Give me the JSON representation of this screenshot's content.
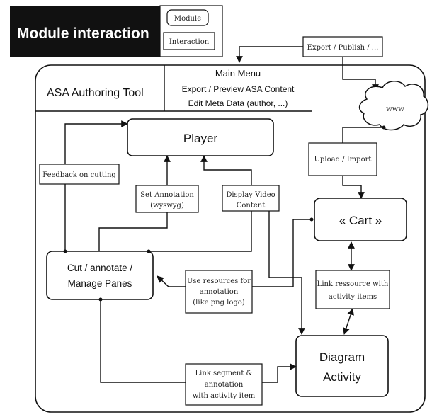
{
  "legend": {
    "title": "Module interaction",
    "module_label": "Module",
    "interaction_label": "Interaction"
  },
  "tool": {
    "title": "ASA Authoring Tool",
    "main_menu": "Main Menu",
    "menu_line1": "Export / Preview ASA Content",
    "menu_line2": "Edit Meta Data (author, ...)"
  },
  "export_publish": "Export / Publish / ...",
  "www": "www",
  "upload_import": "Upload / Import",
  "player": "Player",
  "feedback": "Feedback on cutting",
  "set_annotation_line1": "Set Annotation",
  "set_annotation_line2": "(wyswyg)",
  "display_video_line1": "Display Video",
  "display_video_line2": "Content",
  "cart": "« Cart »",
  "cut_line1": "Cut / annotate /",
  "cut_line2": "Manage Panes",
  "use_resources_line1": "Use resources for",
  "use_resources_line2": "annotation",
  "use_resources_line3": "(like png logo)",
  "link_resource_line1": "Link ressource with",
  "link_resource_line2": "activity items",
  "diagram_line1": "Diagram",
  "diagram_line2": "Activity",
  "link_segment_line1": "Link segment &",
  "link_segment_line2": "annotation",
  "link_segment_line3": "with activity item"
}
